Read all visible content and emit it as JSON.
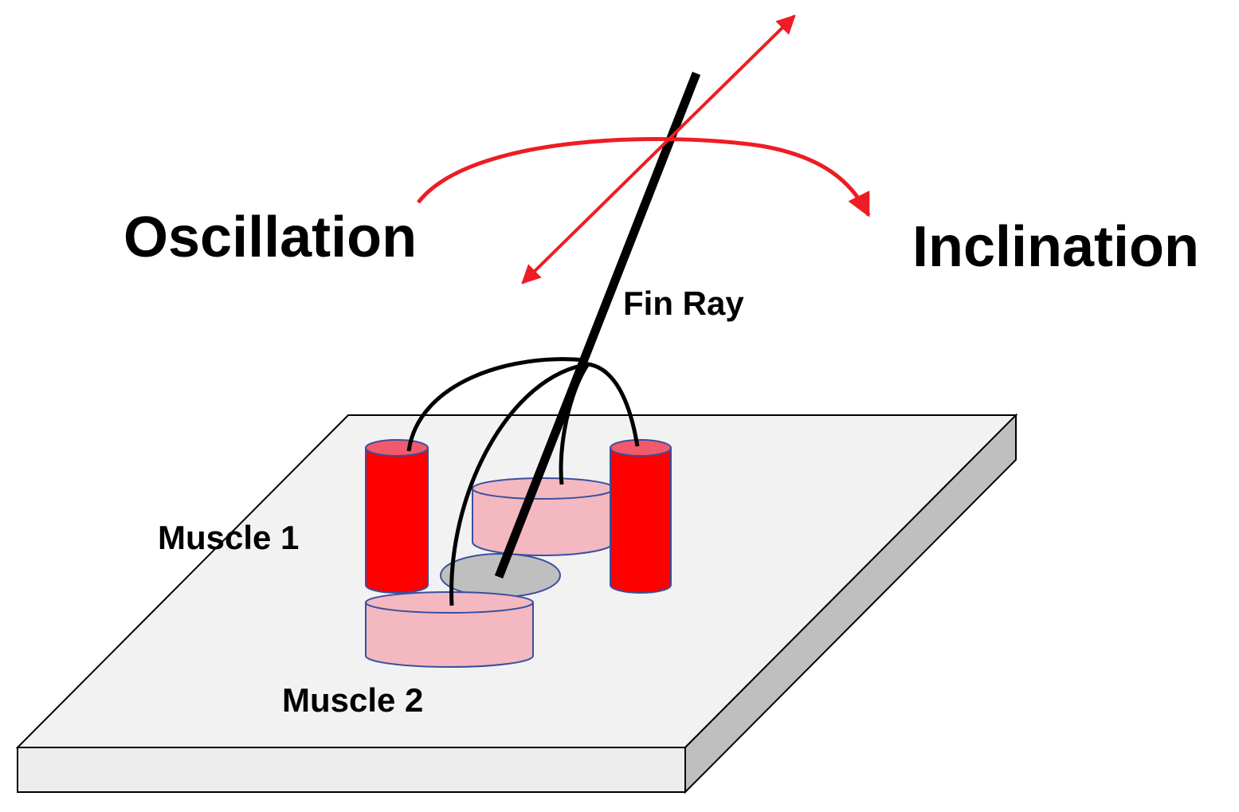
{
  "labels": {
    "oscillation": "Oscillation",
    "inclination": "Inclination",
    "fin_ray": "Fin Ray",
    "muscle_1": "Muscle 1",
    "muscle_2": "Muscle 2"
  },
  "colors": {
    "arrow": "#ee1c24",
    "muscle_red": "#ff0000",
    "muscle_red_top": "#f15a6a",
    "muscle_pink": "#f4b8c0",
    "muscle_outline": "#3a4fa0",
    "platform_top": "#f2f2f2",
    "platform_side": "#bfbfbf",
    "base_disc": "#bfbfbf",
    "fin_ray": "#000000"
  }
}
